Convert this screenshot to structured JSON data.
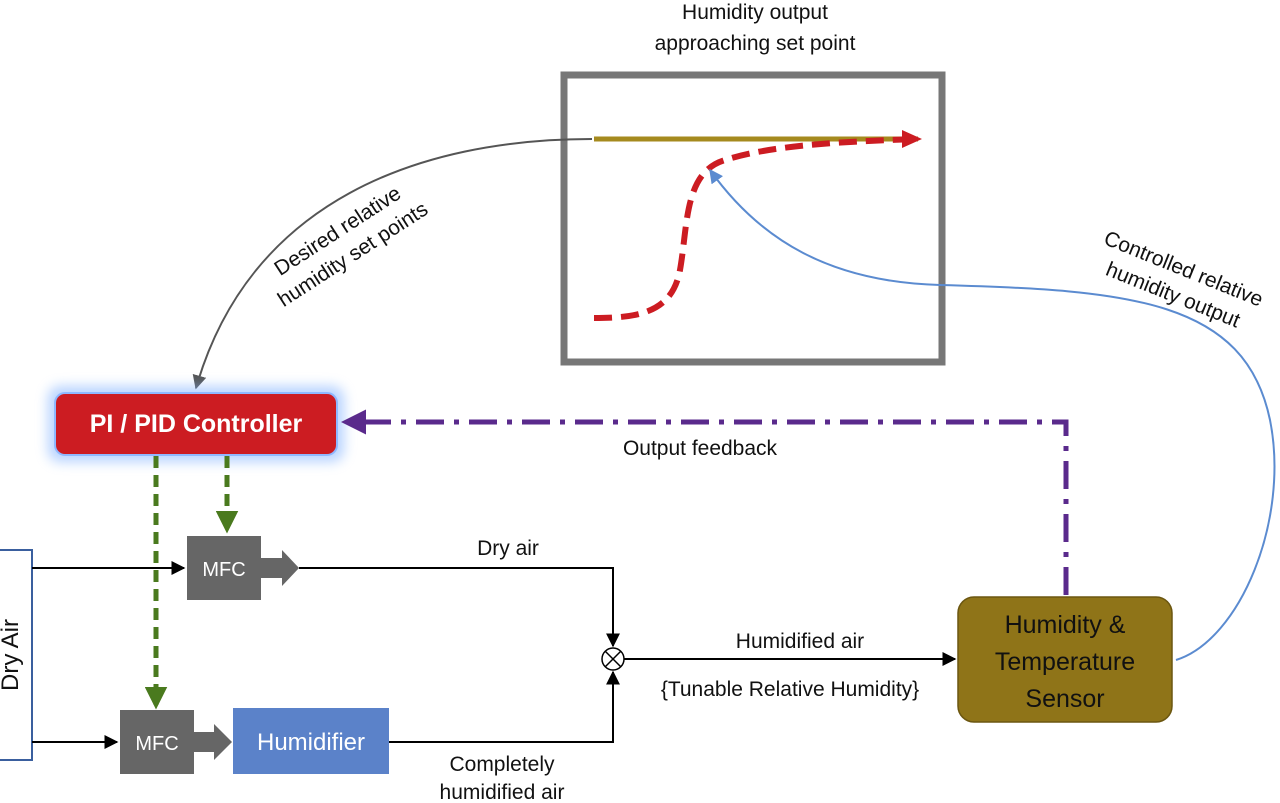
{
  "plot_box": {
    "title_line1": "Humidity output",
    "title_line2": "approaching set point"
  },
  "labels": {
    "desired_line1": "Desired relative",
    "desired_line2": "humidity set points",
    "controlled_line1": "Controlled relative",
    "controlled_line2": "humidity output",
    "output_feedback": "Output feedback",
    "dry_air": "Dry air",
    "humidified_air": "Humidified air",
    "tunable": "{Tunable Relative Humidity}",
    "completely_line1": "Completely",
    "completely_line2": "humidified air"
  },
  "blocks": {
    "controller": "PI / PID Controller",
    "mfc_top": "MFC",
    "mfc_bottom": "MFC",
    "humidifier": "Humidifier",
    "sensor_line1": "Humidity &",
    "sensor_line2": "Temperature",
    "sensor_line3": "Sensor",
    "dry_air_source": "Dry Air"
  },
  "colors": {
    "controller": "#cc1c22",
    "mfc": "#666666",
    "humidifier": "#5b82c9",
    "sensor": "#8f7418",
    "feedback": "#5a2a8c",
    "control_signal": "#4a7a1e",
    "setpoint_curve": "#cc1c22",
    "setpoint_line": "#a58a1e",
    "blue_line": "#5b8bd0"
  }
}
